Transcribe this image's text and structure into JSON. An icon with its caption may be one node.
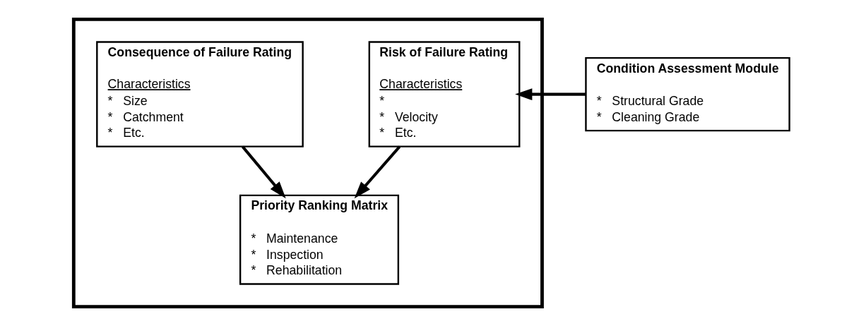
{
  "diagram": {
    "nodes": [
      {
        "text": [],
        "shape": "box"
      },
      {
        "text": [
          "Consequence of Failure Rating",
          "Characteristics",
          "*   Size",
          "*   Catchment",
          "*   Etc."
        ],
        "in": 0
      },
      {
        "text": [
          "Risk of Failure Rating",
          "Characteristics",
          "*",
          "*   Velocity",
          "*   Etc."
        ],
        "in": 0
      },
      {
        "text": [
          "Condition Assessment Module",
          "*   Structural Grade",
          "*   Cleaning Grade"
        ]
      },
      {
        "text": [
          "Priority Ranking Matrix",
          "*   Maintenance",
          "*   Inspection",
          "*   Rehabilitation"
        ],
        "in": 0
      }
    ],
    "edges": [
      {
        "from": 3,
        "to": 2,
        "arrow": "to"
      },
      {
        "from": 1,
        "to": 4,
        "arrow": "to"
      },
      {
        "from": 2,
        "to": 4,
        "arrow": "to"
      }
    ]
  }
}
